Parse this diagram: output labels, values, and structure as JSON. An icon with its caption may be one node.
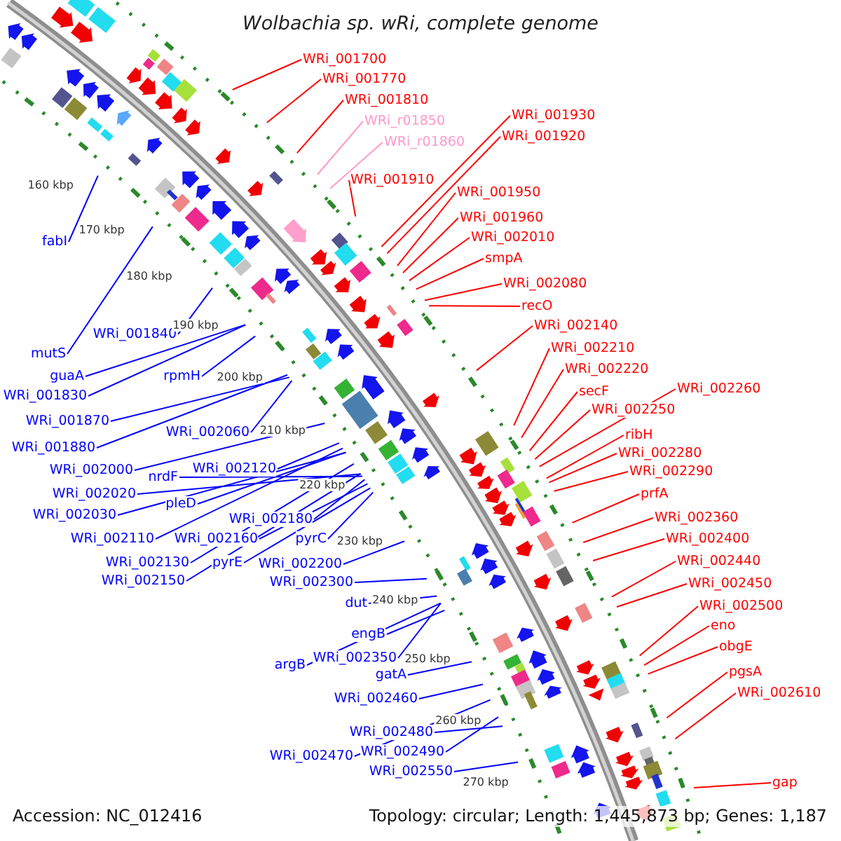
{
  "diagram": {
    "title": "Wolbachia sp. wRi, complete genome",
    "nodes": [
      {
        "text": [
          "WRi_001700"
        ]
      },
      {
        "text": [
          "WRi_001770"
        ]
      },
      {
        "text": [
          "WRi_001810"
        ]
      },
      {
        "text": [
          "WRi_r01850"
        ]
      },
      {
        "text": [
          "WRi_r01860"
        ]
      },
      {
        "text": [
          "WRi_001910"
        ]
      },
      {
        "text": [
          "WRi_001930"
        ]
      },
      {
        "text": [
          "WRi_001920"
        ]
      },
      {
        "text": [
          "WRi_001950"
        ]
      },
      {
        "text": [
          "WRi_001960"
        ]
      },
      {
        "text": [
          "WRi_002010"
        ]
      },
      {
        "text": [
          "smpA"
        ]
      },
      {
        "text": [
          "WRi_002080"
        ]
      },
      {
        "text": [
          "recO"
        ]
      },
      {
        "text": [
          "WRi_002140"
        ]
      },
      {
        "text": [
          "WRi_002210"
        ]
      },
      {
        "text": [
          "WRi_002220"
        ]
      },
      {
        "text": [
          "secF"
        ]
      },
      {
        "text": [
          "WRi_002250"
        ]
      },
      {
        "text": [
          "WRi_002260"
        ]
      },
      {
        "text": [
          "ribH"
        ]
      },
      {
        "text": [
          "WRi_002280"
        ]
      },
      {
        "text": [
          "WRi_002290"
        ]
      },
      {
        "text": [
          "prfA"
        ]
      },
      {
        "text": [
          "WRi_002360"
        ]
      },
      {
        "text": [
          "WRi_002400"
        ]
      },
      {
        "text": [
          "WRi_002440"
        ]
      },
      {
        "text": [
          "WRi_002450"
        ]
      },
      {
        "text": [
          "WRi_002500"
        ]
      },
      {
        "text": [
          "eno"
        ]
      },
      {
        "text": [
          "obgE"
        ]
      },
      {
        "text": [
          "pgsA"
        ]
      },
      {
        "text": [
          "WRi_002610"
        ]
      },
      {
        "text": [
          "gap"
        ]
      },
      {
        "text": [
          "fabI"
        ]
      },
      {
        "text": [
          "WRi_001840"
        ]
      },
      {
        "text": [
          "mutS"
        ]
      },
      {
        "text": [
          "guaA"
        ]
      },
      {
        "text": [
          "WRi_001830"
        ]
      },
      {
        "text": [
          "rpmH"
        ]
      },
      {
        "text": [
          "WRi_001870"
        ]
      },
      {
        "text": [
          "WRi_001880"
        ]
      },
      {
        "text": [
          "WRi_002060"
        ]
      },
      {
        "text": [
          "WRi_002000"
        ]
      },
      {
        "text": [
          "nrdF"
        ]
      },
      {
        "text": [
          "WRi_002120"
        ]
      },
      {
        "text": [
          "WRi_002020"
        ]
      },
      {
        "text": [
          "pleD"
        ]
      },
      {
        "text": [
          "WRi_002030"
        ]
      },
      {
        "text": [
          "WRi_002180"
        ]
      },
      {
        "text": [
          "WRi_002110"
        ]
      },
      {
        "text": [
          "WRi_002160"
        ]
      },
      {
        "text": [
          "pyrC"
        ]
      },
      {
        "text": [
          "WRi_002130"
        ]
      },
      {
        "text": [
          "pyrE"
        ]
      },
      {
        "text": [
          "WRi_002200"
        ]
      },
      {
        "text": [
          "WRi_002150"
        ]
      },
      {
        "text": [
          "WRi_002300"
        ]
      },
      {
        "text": [
          "dut"
        ]
      },
      {
        "text": [
          "engB"
        ]
      },
      {
        "text": [
          "argB"
        ]
      },
      {
        "text": [
          "WRi_002350"
        ]
      },
      {
        "text": [
          "gatA"
        ]
      },
      {
        "text": [
          "WRi_002460"
        ]
      },
      {
        "text": [
          "WRi_002480"
        ]
      },
      {
        "text": [
          "WRi_002470"
        ]
      },
      {
        "text": [
          "WRi_002490"
        ]
      },
      {
        "text": [
          "WRi_002550"
        ]
      }
    ],
    "edges": [
      {
        "from": 0,
        "to": null,
        "arrow": "none",
        "color": "#ff0000"
      },
      {
        "from": 1,
        "to": null,
        "arrow": "none",
        "color": "#ff0000"
      },
      {
        "from": 2,
        "to": null,
        "arrow": "none",
        "color": "#ff0000"
      },
      {
        "from": 3,
        "to": null,
        "arrow": "none",
        "color": "#ff99cc"
      },
      {
        "from": 4,
        "to": null,
        "arrow": "none",
        "color": "#ff99cc"
      },
      {
        "from": 5,
        "to": null,
        "arrow": "none",
        "color": "#ff0000"
      },
      {
        "from": 6,
        "to": null,
        "arrow": "none",
        "color": "#ff0000"
      },
      {
        "from": 7,
        "to": null,
        "arrow": "none",
        "color": "#ff0000"
      },
      {
        "from": 8,
        "to": null,
        "arrow": "none",
        "color": "#ff0000"
      },
      {
        "from": 9,
        "to": null,
        "arrow": "none",
        "color": "#ff0000"
      },
      {
        "from": 10,
        "to": null,
        "arrow": "none",
        "color": "#ff0000"
      },
      {
        "from": 11,
        "to": null,
        "arrow": "none",
        "color": "#ff0000"
      },
      {
        "from": 12,
        "to": null,
        "arrow": "none",
        "color": "#ff0000"
      },
      {
        "from": 13,
        "to": null,
        "arrow": "none",
        "color": "#ff0000"
      },
      {
        "from": 14,
        "to": null,
        "arrow": "none",
        "color": "#ff0000"
      },
      {
        "from": 15,
        "to": null,
        "arrow": "none",
        "color": "#ff0000"
      },
      {
        "from": 16,
        "to": null,
        "arrow": "none",
        "color": "#ff0000"
      },
      {
        "from": 17,
        "to": null,
        "arrow": "none",
        "color": "#ff0000"
      },
      {
        "from": 18,
        "to": null,
        "arrow": "none",
        "color": "#ff0000"
      },
      {
        "from": 19,
        "to": null,
        "arrow": "none",
        "color": "#ff0000"
      },
      {
        "from": 20,
        "to": null,
        "arrow": "none",
        "color": "#ff0000"
      },
      {
        "from": 21,
        "to": null,
        "arrow": "none",
        "color": "#ff0000"
      },
      {
        "from": 22,
        "to": null,
        "arrow": "none",
        "color": "#ff0000"
      },
      {
        "from": 23,
        "to": null,
        "arrow": "none",
        "color": "#ff0000"
      },
      {
        "from": 24,
        "to": null,
        "arrow": "none",
        "color": "#ff0000"
      },
      {
        "from": 25,
        "to": null,
        "arrow": "none",
        "color": "#ff0000"
      },
      {
        "from": 26,
        "to": null,
        "arrow": "none",
        "color": "#ff0000"
      },
      {
        "from": 27,
        "to": null,
        "arrow": "none",
        "color": "#ff0000"
      },
      {
        "from": 28,
        "to": null,
        "arrow": "none",
        "color": "#ff0000"
      },
      {
        "from": 29,
        "to": null,
        "arrow": "none",
        "color": "#ff0000"
      },
      {
        "from": 30,
        "to": null,
        "arrow": "none",
        "color": "#ff0000"
      },
      {
        "from": 31,
        "to": null,
        "arrow": "none",
        "color": "#ff0000"
      },
      {
        "from": 32,
        "to": null,
        "arrow": "none",
        "color": "#ff0000"
      },
      {
        "from": 33,
        "to": null,
        "arrow": "none",
        "color": "#ff0000"
      },
      {
        "from": 34,
        "to": null,
        "arrow": "none"
      },
      {
        "from": 35,
        "to": null,
        "arrow": "none"
      },
      {
        "from": 36,
        "to": null,
        "arrow": "none"
      },
      {
        "from": 37,
        "to": null,
        "arrow": "none"
      },
      {
        "from": 38,
        "to": null,
        "arrow": "none"
      },
      {
        "from": 39,
        "to": null,
        "arrow": "none"
      },
      {
        "from": 40,
        "to": null,
        "arrow": "none"
      },
      {
        "from": 41,
        "to": null,
        "arrow": "none"
      },
      {
        "from": 42,
        "to": null,
        "arrow": "none"
      },
      {
        "from": 43,
        "to": null,
        "arrow": "none"
      },
      {
        "from": 44,
        "to": null,
        "arrow": "none"
      },
      {
        "from": 45,
        "to": null,
        "arrow": "none"
      },
      {
        "from": 46,
        "to": null,
        "arrow": "none"
      },
      {
        "from": 47,
        "to": null,
        "arrow": "none"
      },
      {
        "from": 48,
        "to": null,
        "arrow": "none"
      },
      {
        "from": 49,
        "to": null,
        "arrow": "none"
      },
      {
        "from": 50,
        "to": null,
        "arrow": "none"
      },
      {
        "from": 51,
        "to": null,
        "arrow": "none"
      },
      {
        "from": 52,
        "to": null,
        "arrow": "none"
      },
      {
        "from": 53,
        "to": null,
        "arrow": "none"
      },
      {
        "from": 54,
        "to": null,
        "arrow": "none"
      },
      {
        "from": 55,
        "to": null,
        "arrow": "none"
      },
      {
        "from": 56,
        "to": null,
        "arrow": "none"
      },
      {
        "from": 57,
        "to": null,
        "arrow": "none"
      },
      {
        "from": 58,
        "to": null,
        "arrow": "none"
      },
      {
        "from": 59,
        "to": null,
        "arrow": "none"
      },
      {
        "from": 60,
        "to": null,
        "arrow": "none"
      },
      {
        "from": 61,
        "to": null,
        "arrow": "none"
      },
      {
        "from": 62,
        "to": null,
        "arrow": "none"
      },
      {
        "from": 63,
        "to": null,
        "arrow": "none"
      },
      {
        "from": 64,
        "to": null,
        "arrow": "none"
      },
      {
        "from": 65,
        "to": null,
        "arrow": "none"
      },
      {
        "from": 66,
        "to": null,
        "arrow": "none"
      },
      {
        "from": 67,
        "to": null,
        "arrow": "none"
      }
    ],
    "labels": [
      "160 kbp",
      "170 kbp",
      "180 kbp",
      "190 kbp",
      "200 kbp",
      "210 kbp",
      "220 kbp",
      "230 kbp",
      "240 kbp",
      "250 kbp",
      "260 kbp",
      "270 kbp",
      "Accession: NC_012416",
      "Topology: circular; Length: 1,445,873 bp; Genes: 1,187"
    ]
  }
}
